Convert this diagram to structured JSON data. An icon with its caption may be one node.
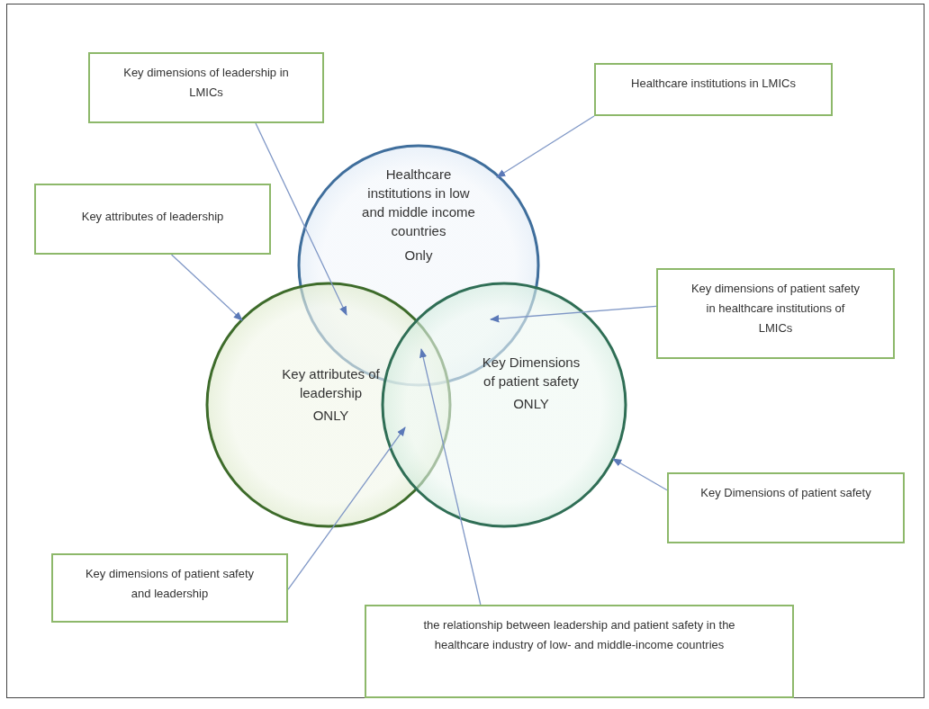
{
  "diagram": {
    "nodes": [
      {
        "text": [
          "Key dimensions of leadership in LMICs"
        ]
      },
      {
        "text": [
          "Healthcare institutions in LMICs"
        ]
      },
      {
        "text": [
          "Key attributes of leadership"
        ]
      },
      {
        "text": [
          "Healthcare institutions in low and middle income countries",
          "Only"
        ]
      },
      {
        "text": [
          "Key dimensions of patient safety in healthcare institutions of LMICs"
        ]
      },
      {
        "text": [
          "Key attributes of leadership",
          "ONLY"
        ]
      },
      {
        "text": [
          "Key Dimensions of patient safety",
          "ONLY"
        ]
      },
      {
        "text": [
          "Key Dimensions of patient safety"
        ]
      },
      {
        "text": [
          "Key dimensions of patient safety and leadership"
        ]
      },
      {
        "text": [
          "the relationship between leadership and patient safety in the healthcare industry of low- and middle-income countries"
        ]
      }
    ],
    "edges": [
      {
        "from": 0,
        "to": 3,
        "arrow": "to"
      },
      {
        "from": 1,
        "to": 3,
        "arrow": "to"
      },
      {
        "from": 2,
        "to": 5,
        "arrow": "to"
      },
      {
        "from": 4,
        "to": 3,
        "arrow": "to"
      },
      {
        "from": 7,
        "to": 6,
        "arrow": "to"
      },
      {
        "from": 8,
        "to": 5,
        "arrow": "to"
      },
      {
        "from": 9,
        "to": 3,
        "arrow": "to"
      }
    ]
  }
}
